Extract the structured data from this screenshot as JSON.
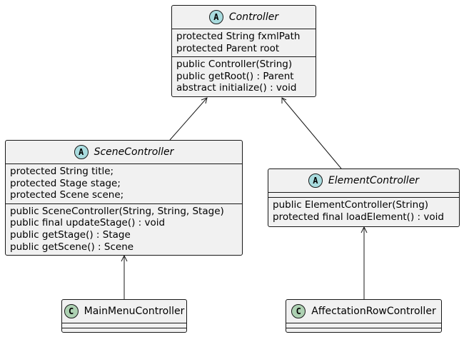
{
  "classes": {
    "controller": {
      "stereotype": "A",
      "name": "Controller",
      "fields": [
        "protected String fxmlPath",
        "protected Parent root"
      ],
      "methods": [
        "public Controller(String)",
        "public getRoot() : Parent",
        "abstract initialize() : void"
      ]
    },
    "scene_controller": {
      "stereotype": "A",
      "name": "SceneController",
      "fields": [
        "protected String title;",
        "protected Stage stage;",
        "protected Scene scene;"
      ],
      "methods": [
        "public SceneController(String, String, Stage)",
        "public final updateStage() : void",
        "public getStage() : Stage",
        "public getScene() : Scene"
      ]
    },
    "element_controller": {
      "stereotype": "A",
      "name": "ElementController",
      "fields": [],
      "methods": [
        "public ElementController(String)",
        "protected final loadElement() : void"
      ]
    },
    "main_menu_controller": {
      "stereotype": "C",
      "name": "MainMenuController",
      "fields": [],
      "methods": []
    },
    "affectation_row_controller": {
      "stereotype": "C",
      "name": "AffectationRowController",
      "fields": [],
      "methods": []
    }
  },
  "colors": {
    "abstract_badge": "#a9dcdf",
    "class_badge": "#add1b2",
    "box_fill": "#f1f1f1",
    "border": "#181818"
  }
}
